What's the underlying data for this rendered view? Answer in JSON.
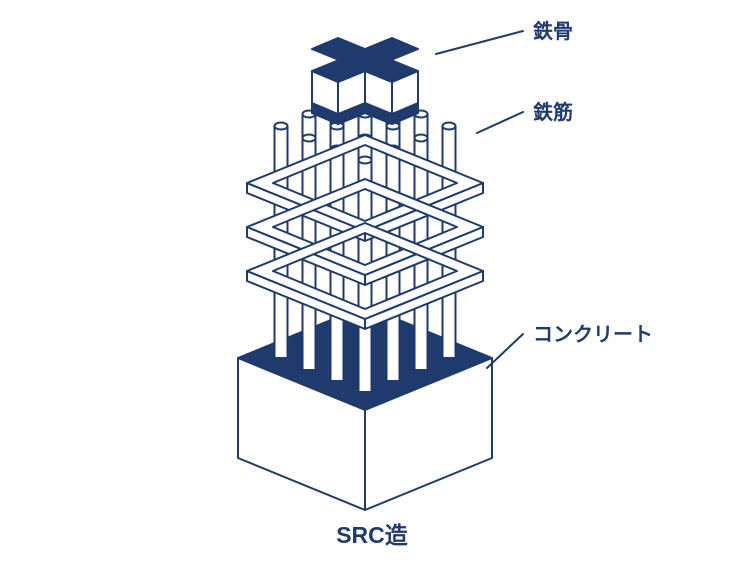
{
  "diagram": {
    "caption": "SRC造",
    "labels": {
      "steel_frame": "鉄骨",
      "rebar": "鉄筋",
      "concrete": "コンクリート"
    },
    "parts": {
      "steel_frame_shape": "cross-shaped steel column section",
      "rebar_count": 16,
      "hoop_count": 3,
      "base": "concrete cube"
    }
  },
  "colors": {
    "navy": "#1f3a6d",
    "white": "#ffffff",
    "background": "#ffffff"
  }
}
